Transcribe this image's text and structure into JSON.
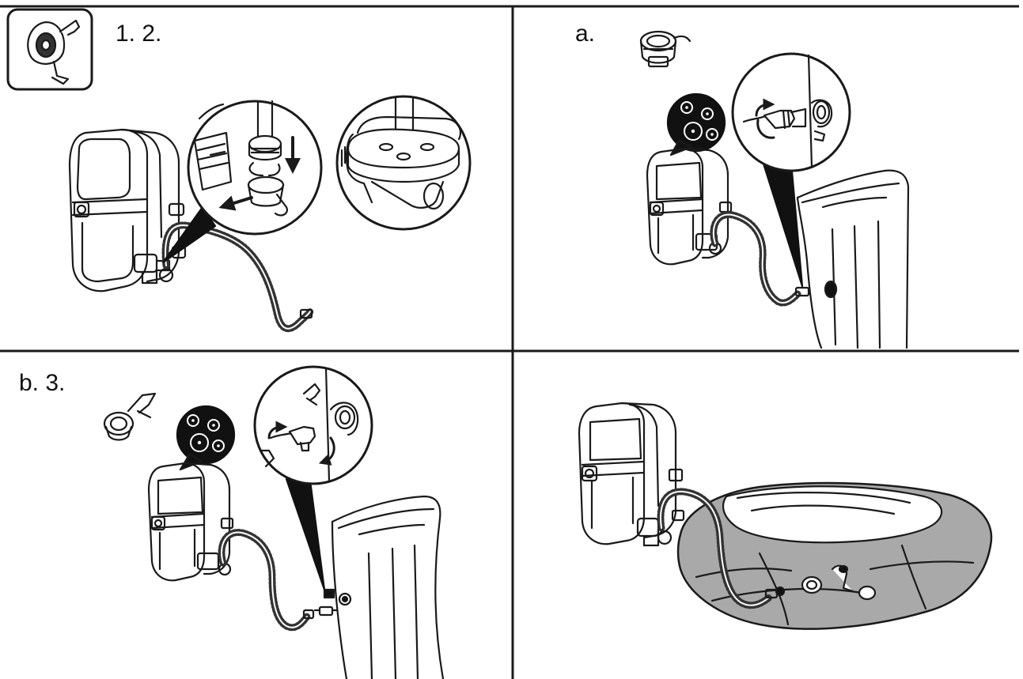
{
  "panels": [
    {
      "id": "top-left",
      "label": "1. 2."
    },
    {
      "id": "top-right",
      "label": "a."
    },
    {
      "id": "bottom-left",
      "label": "b. 3."
    },
    {
      "id": "bottom-right",
      "label": ""
    }
  ],
  "icons": [
    "filter-port-icon",
    "pump-unit-icon",
    "connector-fitting-icon",
    "hose-icon",
    "spa-tub-icon",
    "valve-ports-icon",
    "arrow-icon",
    "deflated-spa-icon"
  ],
  "colors": {
    "ink": "#1a1a1a",
    "paper": "#ffffff",
    "callout_fill": "#111111",
    "deflated_fill": "#a9a9a9"
  }
}
